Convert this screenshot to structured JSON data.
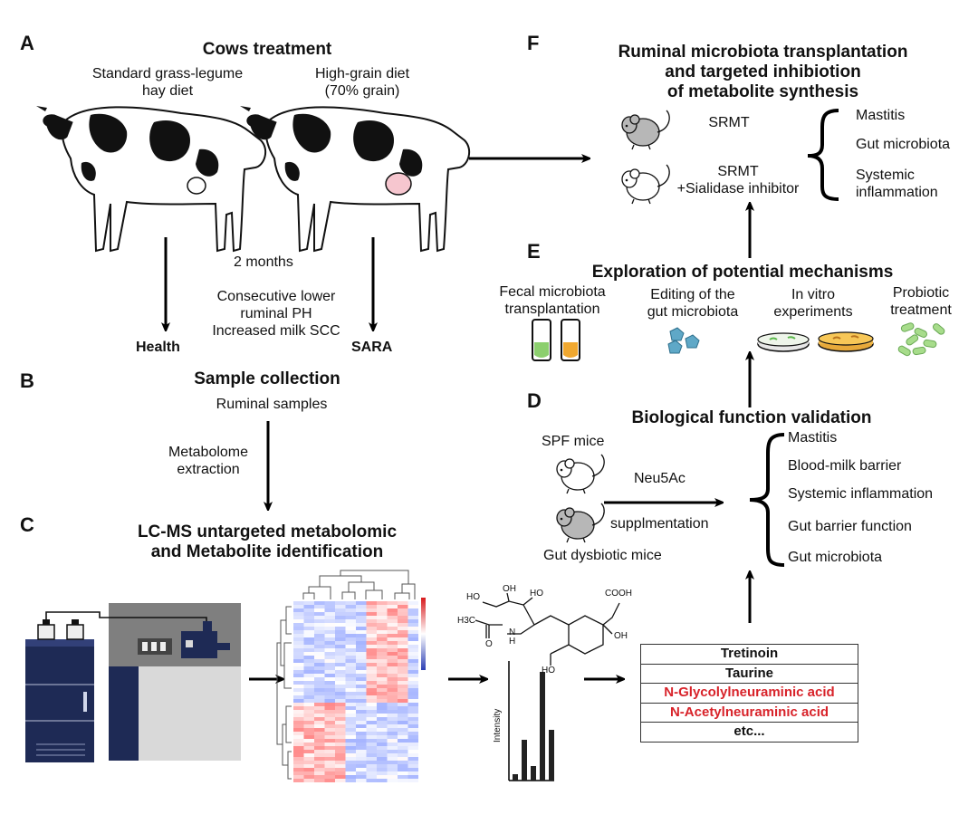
{
  "panelA": {
    "letter": "A",
    "title": "Cows treatment",
    "diet1_line1": "Standard grass-legume",
    "diet1_line2": "hay diet",
    "diet2_line1": "High-grain diet",
    "diet2_line2": "(70% grain)",
    "duration": "2 months",
    "effects_line1": "Consecutive lower",
    "effects_line2": "ruminal PH",
    "effects_line3": "Increased milk SCC",
    "group1": "Health",
    "group2": "SARA"
  },
  "panelB": {
    "letter": "B",
    "title": "Sample collection",
    "sample": "Ruminal samples",
    "step_line1": "Metabolome",
    "step_line2": "extraction"
  },
  "panelC": {
    "letter": "C",
    "title_line1": "LC-MS untargeted metabolomic",
    "title_line2": "and Metabolite identification",
    "intensity_label": "Intensity",
    "metabolites": [
      "Tretinoin",
      "Taurine",
      "N-Glycolylneuraminic acid",
      "N-Acetylneuraminic acid",
      "etc..."
    ],
    "highlight_color": "#d8232a"
  },
  "panelD": {
    "letter": "D",
    "title": "Biological function validation",
    "mice1": "SPF mice",
    "mice2": "Gut dysbiotic mice",
    "treatment_above": "Neu5Ac",
    "treatment_below": "supplmentation",
    "outcomes": [
      "Mastitis",
      "Blood-milk barrier",
      "Systemic inflammation",
      "Gut barrier function",
      "Gut microbiota"
    ]
  },
  "panelE": {
    "letter": "E",
    "title": "Exploration of potential mechanisms",
    "approach1_line1": "Fecal microbiota",
    "approach1_line2": "transplantation",
    "approach2_line1": "Editing of the",
    "approach2_line2": "gut microbiota",
    "approach3_line1": "In vitro",
    "approach3_line2": "experiments",
    "approach4_line1": "Probiotic",
    "approach4_line2": "treatment"
  },
  "panelF": {
    "letter": "F",
    "title_line1": "Ruminal microbiota transplantation",
    "title_line2": "and targeted inhibiotion",
    "title_line3": "of metabolite synthesis",
    "group1": "SRMT",
    "group2_line1": "SRMT",
    "group2_line2": "+Sialidase inhibitor",
    "outcome1": "Mastitis",
    "outcome2": "Gut microbiota",
    "outcome3_line1": "Systemic",
    "outcome3_line2": "inflammation"
  },
  "chem": {
    "label_ho1": "HO",
    "label_oh1": "OH",
    "label_ho2": "HO",
    "label_cooh": "COOH",
    "label_oh2": "OH",
    "label_h3c": "H3C",
    "label_n": "N",
    "label_h": "H",
    "label_o": "O",
    "label_ho3": "HO"
  }
}
